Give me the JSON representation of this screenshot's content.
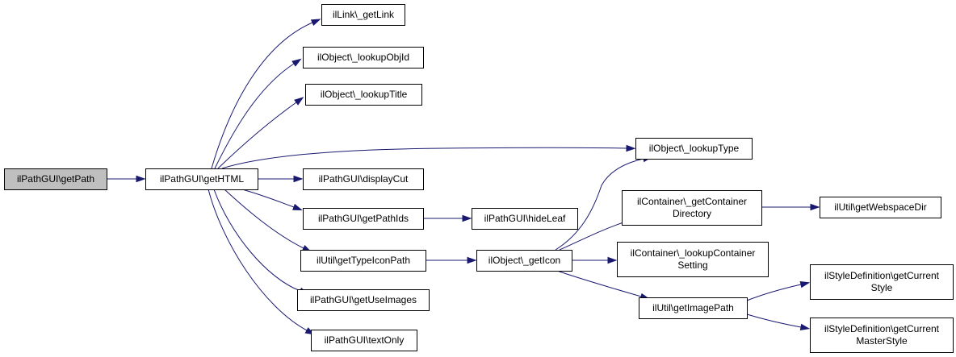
{
  "graph": {
    "colors": {
      "edge": "#191970",
      "root_fill": "#bfbfbf",
      "node_fill": "#ffffff",
      "node_stroke": "#000000"
    },
    "nodes": {
      "getPath": {
        "lines": [
          "ilPathGUI\\getPath"
        ],
        "root": true
      },
      "getHTML": {
        "lines": [
          "ilPathGUI\\getHTML"
        ]
      },
      "getLink": {
        "lines": [
          "ilLink\\_getLink"
        ]
      },
      "lookupObjId": {
        "lines": [
          "ilObject\\_lookupObjId"
        ]
      },
      "lookupTitle": {
        "lines": [
          "ilObject\\_lookupTitle"
        ]
      },
      "lookupType": {
        "lines": [
          "ilObject\\_lookupType"
        ]
      },
      "displayCut": {
        "lines": [
          "ilPathGUI\\displayCut"
        ]
      },
      "getPathIds": {
        "lines": [
          "ilPathGUI\\getPathIds"
        ]
      },
      "hideLeaf": {
        "lines": [
          "ilPathGUI\\hideLeaf"
        ]
      },
      "getTypeIconPath": {
        "lines": [
          "ilUtil\\getTypeIconPath"
        ]
      },
      "getIcon": {
        "lines": [
          "ilObject\\_getIcon"
        ]
      },
      "getUseImages": {
        "lines": [
          "ilPathGUI\\getUseImages"
        ]
      },
      "textOnly": {
        "lines": [
          "ilPathGUI\\textOnly"
        ]
      },
      "getContainerDirectory": {
        "lines": [
          "ilContainer\\_getContainer",
          "Directory"
        ]
      },
      "getWebspaceDir": {
        "lines": [
          "ilUtil\\getWebspaceDir"
        ]
      },
      "lookupContainerSetting": {
        "lines": [
          "ilContainer\\_lookupContainer",
          "Setting"
        ]
      },
      "getImagePath": {
        "lines": [
          "ilUtil\\getImagePath"
        ]
      },
      "getCurrentStyle": {
        "lines": [
          "ilStyleDefinition\\getCurrent",
          "Style"
        ]
      },
      "getCurrentMasterStyle": {
        "lines": [
          "ilStyleDefinition\\getCurrent",
          "MasterStyle"
        ]
      }
    },
    "edges": [
      [
        "getPath",
        "getHTML"
      ],
      [
        "getHTML",
        "getLink"
      ],
      [
        "getHTML",
        "lookupObjId"
      ],
      [
        "getHTML",
        "lookupTitle"
      ],
      [
        "getHTML",
        "lookupType"
      ],
      [
        "getHTML",
        "displayCut"
      ],
      [
        "getHTML",
        "getPathIds"
      ],
      [
        "getHTML",
        "getTypeIconPath"
      ],
      [
        "getHTML",
        "getUseImages"
      ],
      [
        "getHTML",
        "textOnly"
      ],
      [
        "getPathIds",
        "hideLeaf"
      ],
      [
        "getTypeIconPath",
        "getIcon"
      ],
      [
        "getIcon",
        "lookupType"
      ],
      [
        "getIcon",
        "getContainerDirectory"
      ],
      [
        "getIcon",
        "lookupContainerSetting"
      ],
      [
        "getIcon",
        "getImagePath"
      ],
      [
        "getContainerDirectory",
        "getWebspaceDir"
      ],
      [
        "getImagePath",
        "getCurrentStyle"
      ],
      [
        "getImagePath",
        "getCurrentMasterStyle"
      ]
    ]
  }
}
